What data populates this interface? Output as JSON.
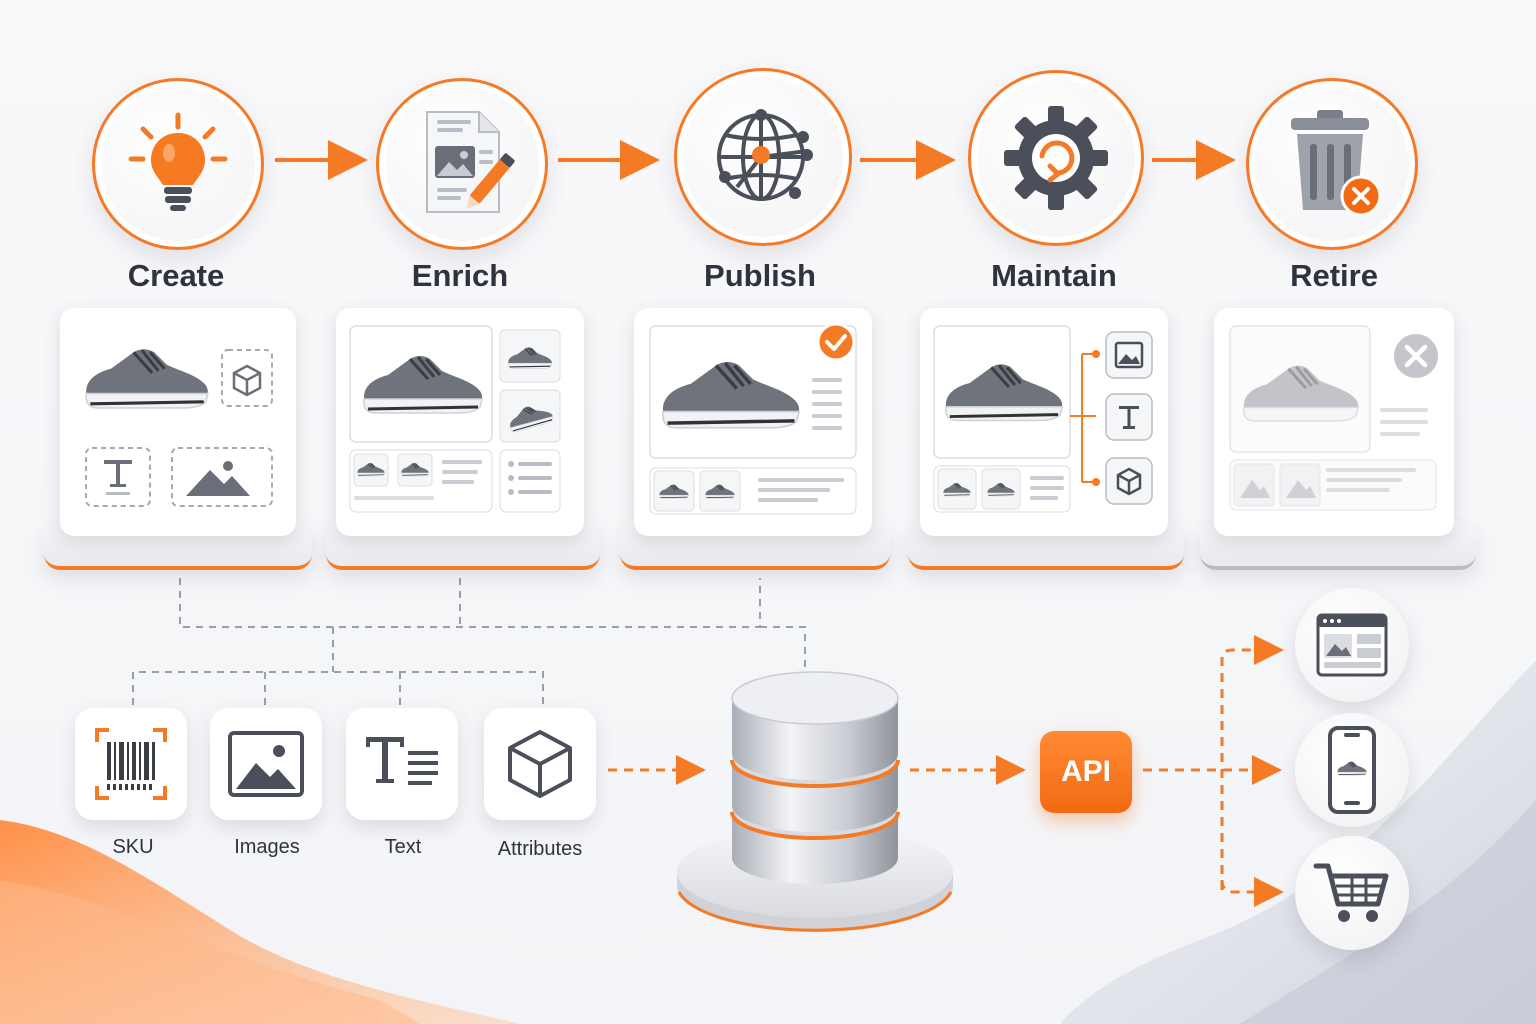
{
  "stages": [
    {
      "id": "create",
      "label": "Create"
    },
    {
      "id": "enrich",
      "label": "Enrich"
    },
    {
      "id": "publish",
      "label": "Publish"
    },
    {
      "id": "maintain",
      "label": "Maintain"
    },
    {
      "id": "retire",
      "label": "Retire"
    }
  ],
  "inputs": [
    {
      "id": "sku",
      "label": "SKU"
    },
    {
      "id": "images",
      "label": "Images"
    },
    {
      "id": "text",
      "label": "Text"
    },
    {
      "id": "attributes",
      "label": "Attributes"
    }
  ],
  "api": {
    "label": "API"
  },
  "channels": [
    "web-page-icon",
    "mobile-phone-icon",
    "shopping-cart-icon"
  ],
  "colors": {
    "accent": "#f47a25",
    "icon": "#4b4f5a",
    "muted": "#b9bcc5"
  }
}
